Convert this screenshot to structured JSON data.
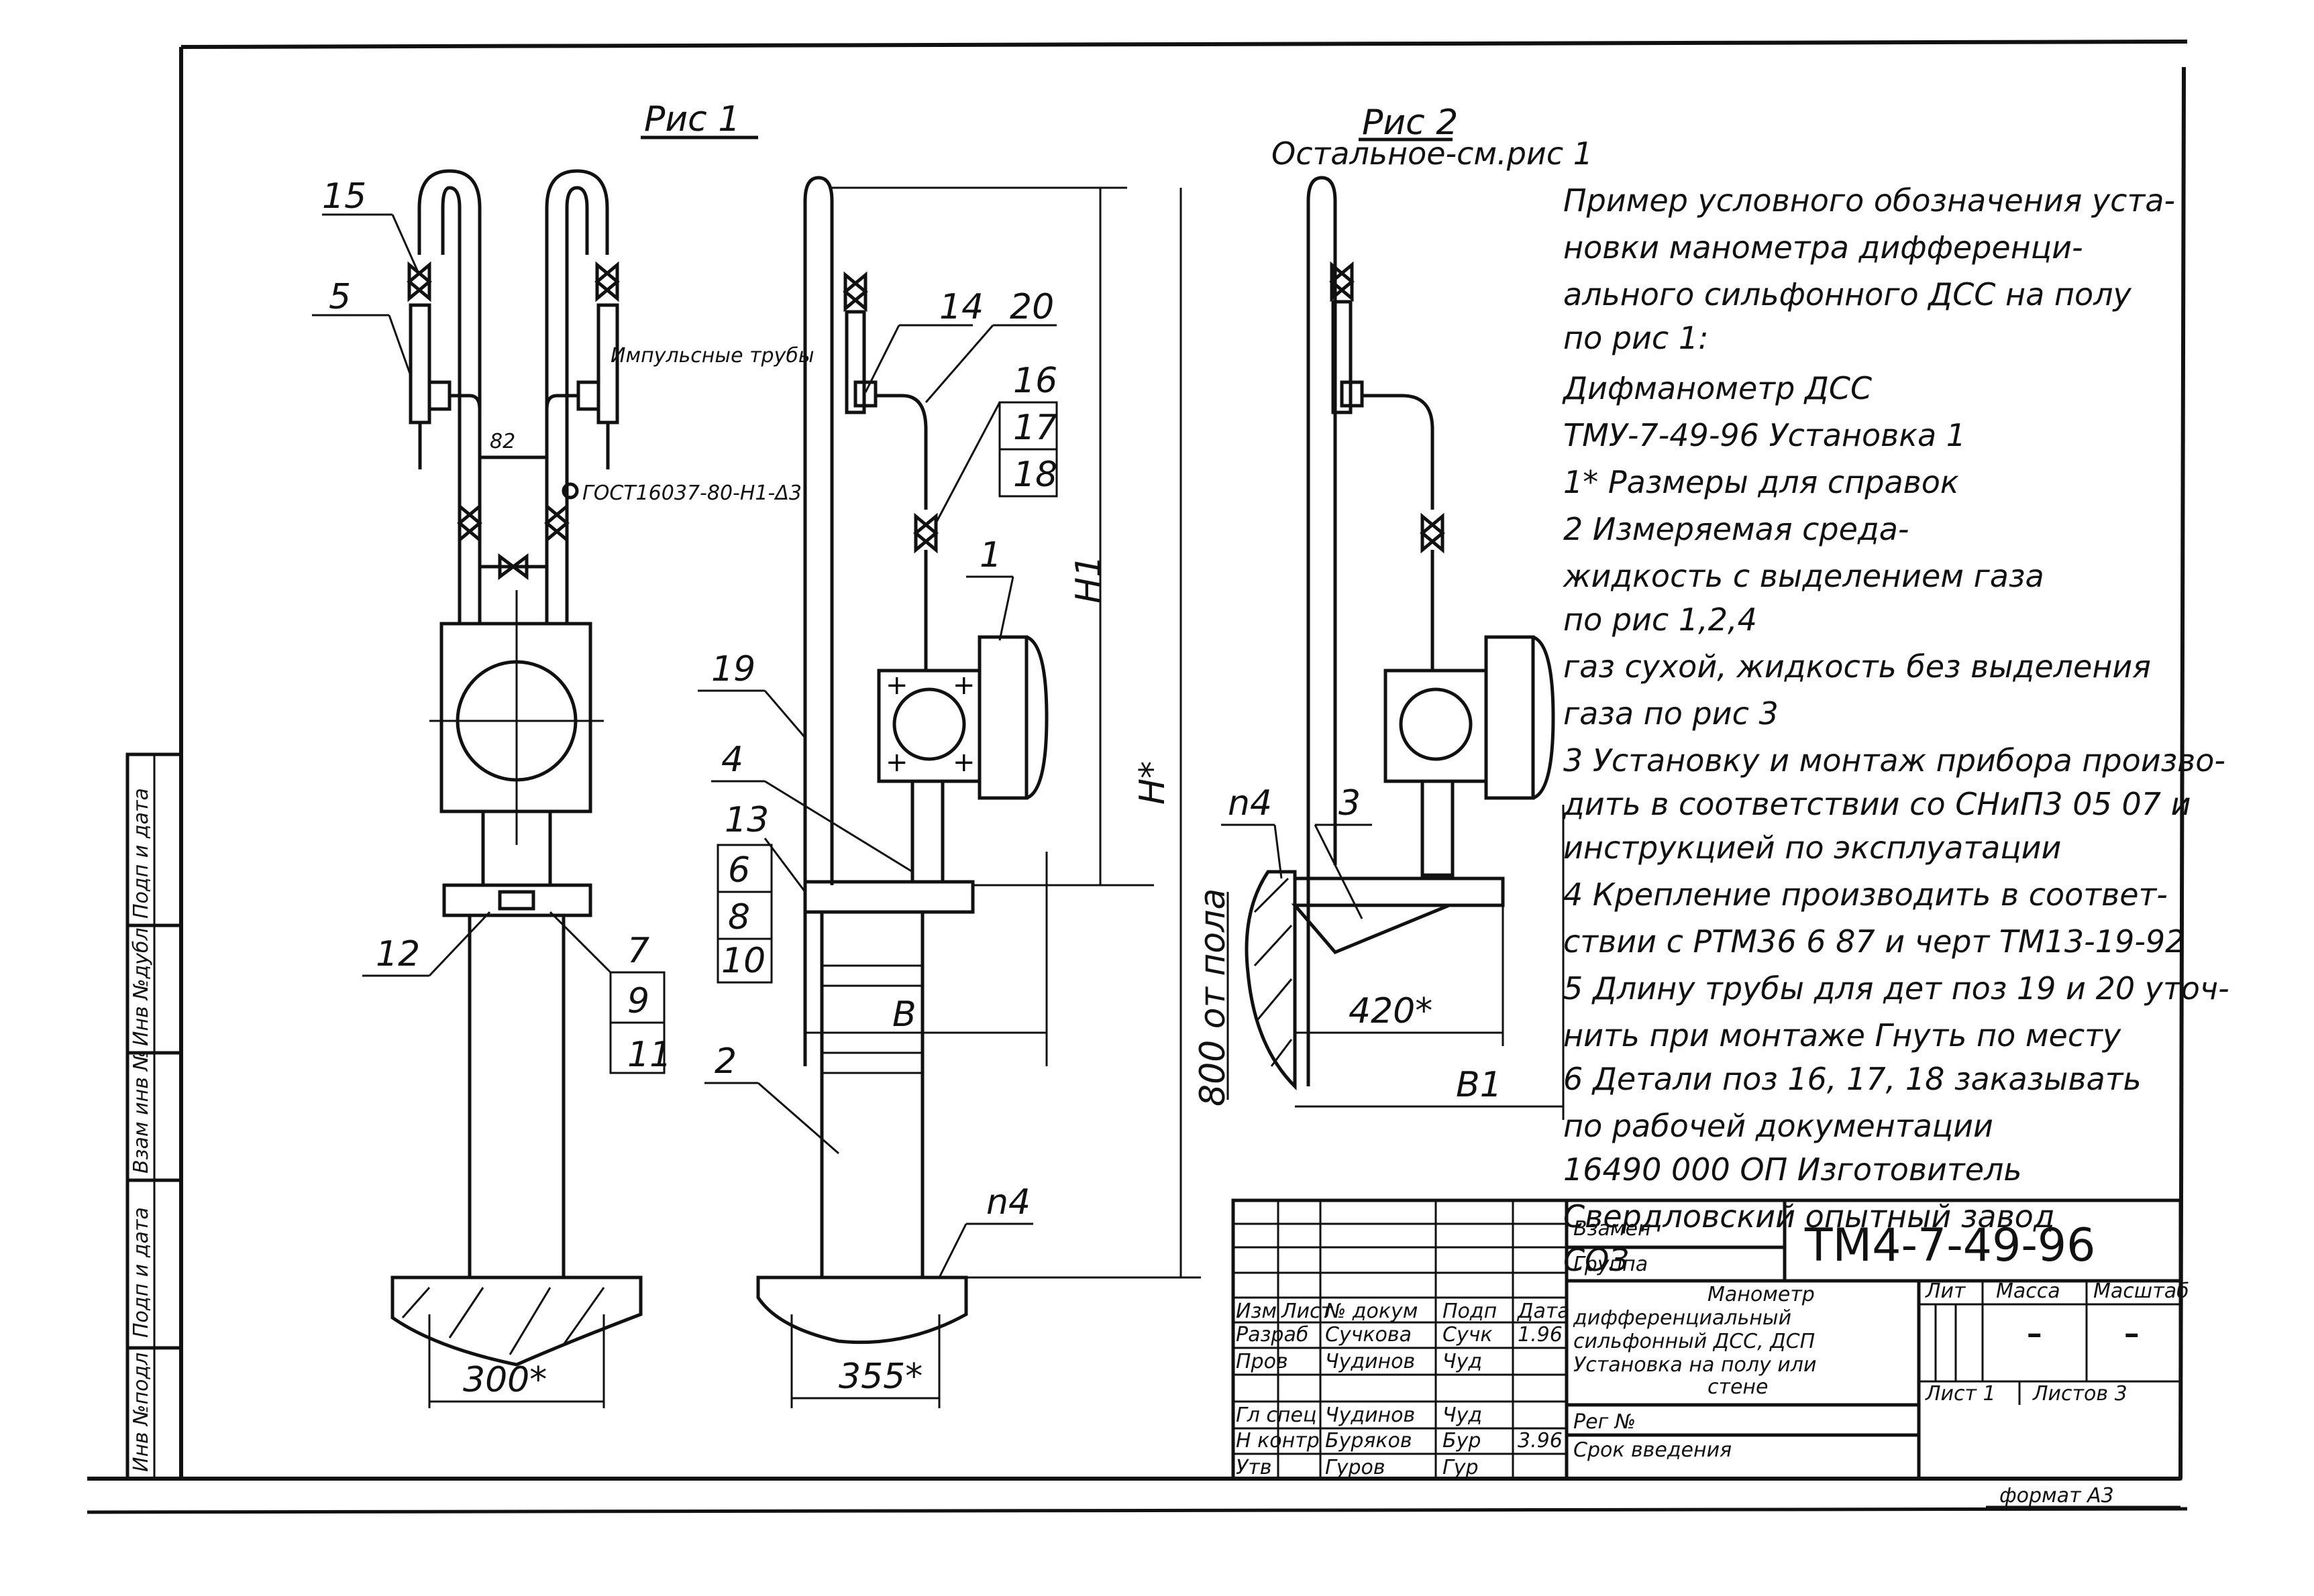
{
  "figure1": {
    "title": "Рис 1",
    "impulse_label": "Импульсные трубы",
    "gost_label": "ГОСТ16037-80-Н1-Δ3",
    "dim_82": "82",
    "dim_300": "300*",
    "callouts": [
      "15",
      "5",
      "12",
      "7",
      "9",
      "11"
    ]
  },
  "figure1_side": {
    "callouts": [
      "14",
      "20",
      "16",
      "17",
      "18",
      "1",
      "19",
      "4",
      "13",
      "6",
      "8",
      "10",
      "2",
      "n4"
    ],
    "dim_b": "B",
    "dim_h1": "H1",
    "dim_h": "H*",
    "dim_355": "355*"
  },
  "figure2": {
    "title": "Рис 2",
    "subtitle": "Остальное-см.рис 1",
    "callouts": [
      "n4",
      "3"
    ],
    "dim_420": "420*",
    "dim_b1": "B1",
    "dim_800": "800 от пола"
  },
  "notes": [
    "Пример условного обозначения уста-",
    "новки   манометра дифференци-",
    "ального сильфонного ДСС на полу",
    "по рис 1:",
    "Дифманометр ДСС",
    "ТМУ-7-49-96  Установка 1",
    "1* Размеры для справок",
    "2 Измеряемая среда-",
    "жидкость с выделением газа",
    "по рис  1,2,4",
    "газ сухой, жидкость без выделения",
    "газа   по рис 3",
    "3 Установку и монтаж прибора произво-",
    "дить в соответствии со СНиП3 05 07 и",
    "инструкцией по эксплуатации",
    "4 Крепление производить в соответ-",
    "ствии с РТМ36 6 87 и черт ТМ13-19-92",
    "5 Длину трубы для дет поз 19 и 20 уточ-",
    "нить при монтаже Гнуть по месту",
    "6 Детали поз 16, 17, 18 заказывать",
    "по рабочей документации",
    "16490 000 ОП  Изготовитель",
    "Свердловский опытный завод",
    "СОЗ"
  ],
  "side_stamp": [
    "Инв №подл",
    "Подп и дата",
    "Взам инв №",
    "Инв №дубл",
    "Подп и дата"
  ],
  "title_block": {
    "vzamen": "Взамен",
    "gruppa": "Группа",
    "doc_code": "ТМ4-7-49-96",
    "name_lines": [
      "Манометр",
      "дифференциальный",
      "сильфонный ДСС, ДСП",
      "Установка на полу или",
      "стене"
    ],
    "lit": "Лит",
    "massa": "Масса",
    "masshtab": "Масштаб",
    "massa_val": "-",
    "masshtab_val": "-",
    "list": "Лист 1",
    "listov": "Листов 3",
    "reg": "Рег №",
    "srok": "Срок введения",
    "header_cols": [
      "Изм",
      "Лист",
      "№ докум",
      "Подп",
      "Дата"
    ],
    "rows": [
      {
        "role": "Разраб",
        "name": "Сучкова",
        "sign": "Сучк",
        "date": "1.96"
      },
      {
        "role": "Пров",
        "name": "Чудинов",
        "sign": "Чуд",
        "date": ""
      },
      {
        "role": "",
        "name": "",
        "sign": "",
        "date": ""
      },
      {
        "role": "Гл спец",
        "name": "Чудинов",
        "sign": "Чуд",
        "date": ""
      },
      {
        "role": "Н контр",
        "name": "Буряков",
        "sign": "Бур",
        "date": "3.96"
      },
      {
        "role": "Утв",
        "name": "Гуров",
        "sign": "Гур",
        "date": ""
      }
    ],
    "format": "формат А3"
  }
}
